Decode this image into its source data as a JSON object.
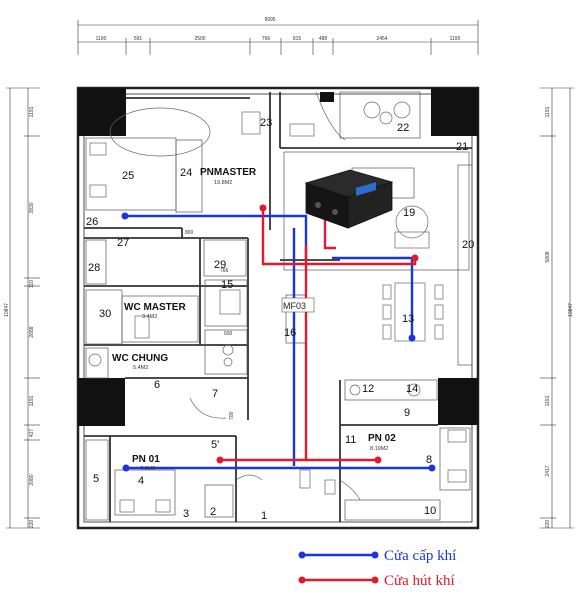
{
  "dimensions": {
    "top_total": "9995",
    "top_segments": [
      "1190",
      "591",
      "2500",
      "766",
      "815",
      "488",
      "2454",
      "1190"
    ],
    "left_total": "10847",
    "left_segments": [
      "1191",
      "3830",
      "110",
      "2688",
      "1191",
      "427",
      "2080",
      "220"
    ],
    "right_total": "10847",
    "right_segments": [
      "1191",
      "5808",
      "1191",
      "2417",
      "220"
    ],
    "door_labels": [
      "800",
      "766",
      "600",
      "700"
    ]
  },
  "rooms": {
    "pn_master": {
      "name": "PNMASTER",
      "area": "19.8M2"
    },
    "wc_master": {
      "name": "WC MASTER",
      "area": "3.4M2"
    },
    "wc_chung": {
      "name": "WC CHUNG",
      "area": "5.4M2"
    },
    "pn_01": {
      "name": "PN 01",
      "area": "7.6M2"
    },
    "pn_02": {
      "name": "PN 02",
      "area": "8.19M2"
    }
  },
  "numbers": [
    "1",
    "2",
    "3",
    "4",
    "5",
    "5'",
    "6",
    "7",
    "8",
    "9",
    "10",
    "11",
    "12",
    "13",
    "14",
    "15",
    "16",
    "19",
    "20",
    "21",
    "22",
    "23",
    "24",
    "25",
    "26",
    "27",
    "28",
    "29",
    "30"
  ],
  "device": {
    "label": "MF03"
  },
  "legend": {
    "supply": {
      "label": "Cửa cấp khí",
      "color": "#1a35e0"
    },
    "exhaust": {
      "label": "Cửa hút khí",
      "color": "#e3182d"
    }
  }
}
